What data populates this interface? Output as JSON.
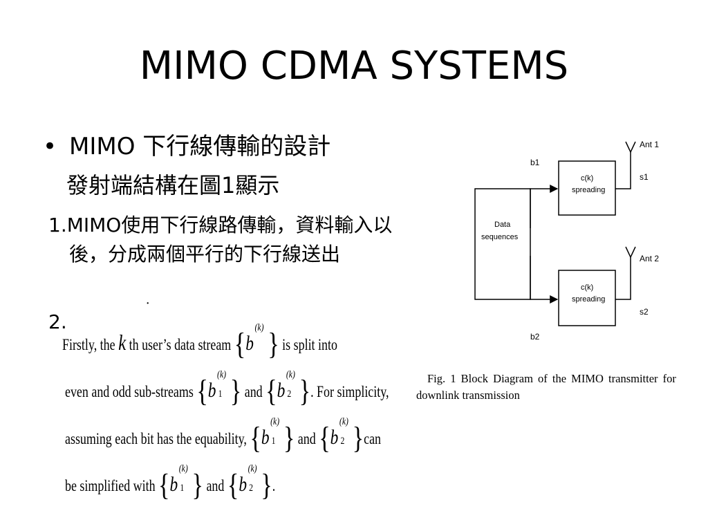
{
  "slide": {
    "title": "MIMO CDMA SYSTEMS",
    "bullet": {
      "marker": "•",
      "text": "MIMO 下行線傳輸的設計",
      "subtext": "發射端結構在圖1顯示"
    },
    "note1": "1.MIMO使用下行線路傳輸，資料輸入以後，分成兩個平行的下行線送出",
    "note2_number": "2."
  },
  "snippet": {
    "dot": "˙",
    "line1_a": "Firstly, the",
    "line1_k": "k",
    "line1_b": "th user’s data stream",
    "line1_c": "is split into",
    "line2_a": "even and odd sub-streams",
    "line2_b": "and",
    "line2_c": ". For simplicity,",
    "line3_a": "assuming each bit has the equability,",
    "line3_b": "and",
    "line3_c": "can",
    "line4_a": "be simplified with",
    "line4_b": "and",
    "line4_c": ".",
    "brace_open": "{",
    "brace_close": "}",
    "var_b": "b",
    "sup_k": "(k)",
    "sub_1": "1",
    "sub_2": "2"
  },
  "diagram": {
    "source_label": "Data sequences",
    "source_line1": "Data",
    "source_line2": "sequences",
    "block1_line1": "c(k)",
    "block1_line2": "spreading",
    "block2_line1": "c(k)",
    "block2_line2": "spreading",
    "label_b1": "b1",
    "label_b2": "b2",
    "label_s1": "s1",
    "label_s2": "s2",
    "label_ant1": "Ant 1",
    "label_ant2": "Ant 2"
  },
  "caption": {
    "line1": "Fig. 1    Block Diagram of the MIMO transmitter for",
    "line2": "downlink transmission"
  }
}
